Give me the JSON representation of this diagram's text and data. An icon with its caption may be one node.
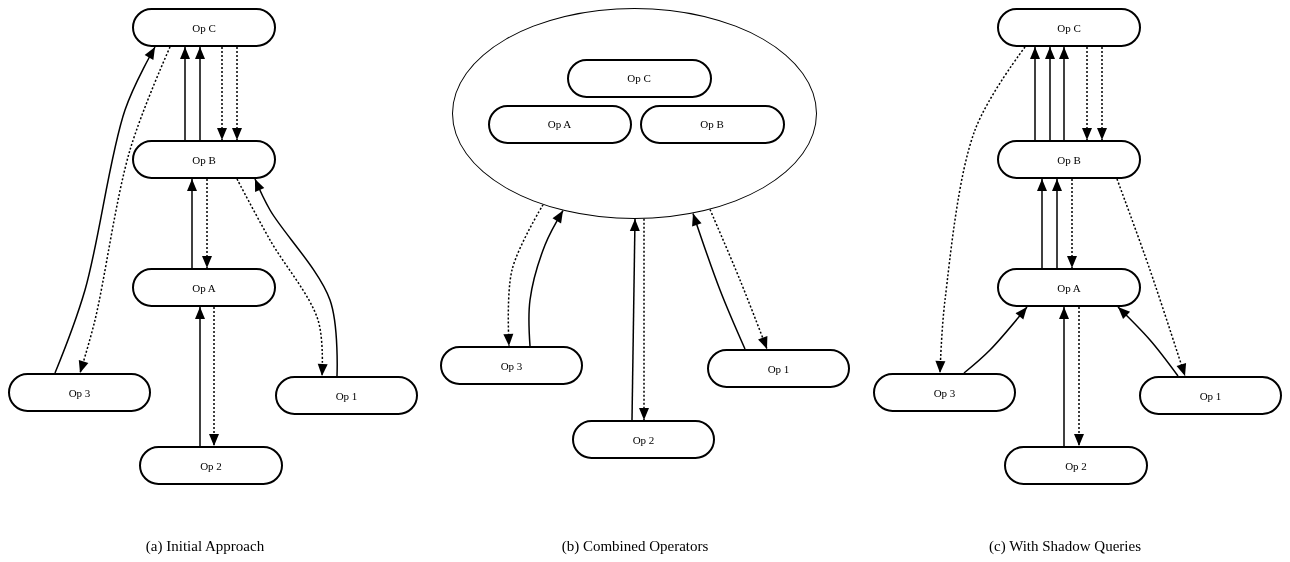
{
  "diagram": {
    "nodes": [
      {
        "text": [
          "Op C"
        ]
      },
      {
        "text": [
          "Op B"
        ]
      },
      {
        "text": [
          "Op A"
        ]
      },
      {
        "text": [
          "Op 3"
        ]
      },
      {
        "text": [
          "Op 1"
        ]
      },
      {
        "text": [
          "Op 2"
        ]
      },
      {
        "text": [],
        "shape": "ellipse"
      },
      {
        "text": [
          "Op C"
        ],
        "in": 6
      },
      {
        "text": [
          "Op A"
        ],
        "in": 6
      },
      {
        "text": [
          "Op B"
        ],
        "in": 6
      },
      {
        "text": [
          "Op 3"
        ]
      },
      {
        "text": [
          "Op 1"
        ]
      },
      {
        "text": [
          "Op 2"
        ]
      },
      {
        "text": [
          "Op C"
        ]
      },
      {
        "text": [
          "Op B"
        ]
      },
      {
        "text": [
          "Op A"
        ]
      },
      {
        "text": [
          "Op 3"
        ]
      },
      {
        "text": [
          "Op 1"
        ]
      },
      {
        "text": [
          "Op 2"
        ]
      }
    ],
    "edges": [
      {
        "from": 1,
        "to": 0,
        "arrow": "to"
      },
      {
        "from": 1,
        "to": 0,
        "arrow": "to"
      },
      {
        "from": 0,
        "to": 1,
        "arrow": "to",
        "style": "dashed"
      },
      {
        "from": 0,
        "to": 1,
        "arrow": "to",
        "style": "dashed"
      },
      {
        "from": 2,
        "to": 1,
        "arrow": "to"
      },
      {
        "from": 1,
        "to": 2,
        "arrow": "to",
        "style": "dashed"
      },
      {
        "from": 5,
        "to": 2,
        "arrow": "to"
      },
      {
        "from": 2,
        "to": 5,
        "arrow": "to",
        "style": "dashed"
      },
      {
        "from": 3,
        "to": 0,
        "arrow": "to"
      },
      {
        "from": 0,
        "to": 3,
        "arrow": "to",
        "style": "dashed"
      },
      {
        "from": 1,
        "to": 4,
        "arrow": "to",
        "style": "dashed"
      },
      {
        "from": 4,
        "to": 1,
        "arrow": "to"
      },
      {
        "from": 10,
        "to": 6,
        "arrow": "to"
      },
      {
        "from": 6,
        "to": 10,
        "arrow": "to",
        "style": "dashed"
      },
      {
        "from": 12,
        "to": 6,
        "arrow": "to"
      },
      {
        "from": 6,
        "to": 12,
        "arrow": "to",
        "style": "dashed"
      },
      {
        "from": 11,
        "to": 6,
        "arrow": "to"
      },
      {
        "from": 6,
        "to": 11,
        "arrow": "to",
        "style": "dashed"
      },
      {
        "from": 14,
        "to": 13,
        "arrow": "to"
      },
      {
        "from": 14,
        "to": 13,
        "arrow": "to"
      },
      {
        "from": 14,
        "to": 13,
        "arrow": "to"
      },
      {
        "from": 13,
        "to": 14,
        "arrow": "to",
        "style": "dashed"
      },
      {
        "from": 13,
        "to": 14,
        "arrow": "to",
        "style": "dashed"
      },
      {
        "from": 15,
        "to": 14,
        "arrow": "to"
      },
      {
        "from": 15,
        "to": 14,
        "arrow": "to"
      },
      {
        "from": 14,
        "to": 15,
        "arrow": "to",
        "style": "dashed"
      },
      {
        "from": 16,
        "to": 15,
        "arrow": "to"
      },
      {
        "from": 17,
        "to": 15,
        "arrow": "to"
      },
      {
        "from": 18,
        "to": 15,
        "arrow": "to"
      },
      {
        "from": 15,
        "to": 18,
        "arrow": "to",
        "style": "dashed"
      },
      {
        "from": 13,
        "to": 16,
        "arrow": "to",
        "style": "dashed"
      },
      {
        "from": 14,
        "to": 17,
        "arrow": "to",
        "style": "dashed"
      }
    ],
    "labels": [
      "(a) Initial Approach",
      "(b) Combined Operators",
      "(c) With Shadow Queries"
    ]
  }
}
